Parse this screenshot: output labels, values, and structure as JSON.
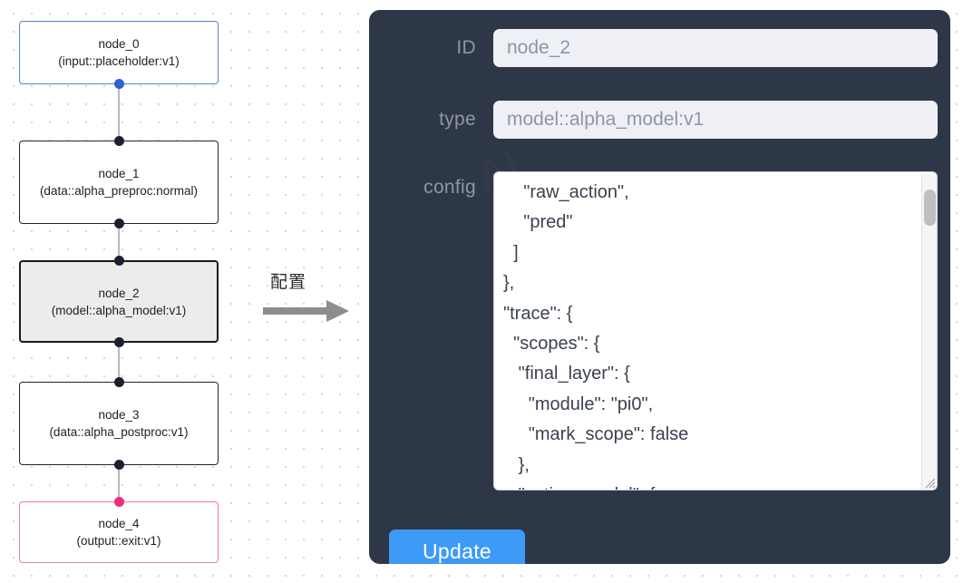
{
  "canvas": {
    "grid": "dot-grid",
    "background_color": "#ffffff"
  },
  "graph": {
    "nodes": [
      {
        "id": "node_0",
        "title": "node_0",
        "subtitle": "(input::placeholder:v1)",
        "kind": "input",
        "border_color": "#5b83c8",
        "selected": false,
        "handle_color": "#2f5fd0"
      },
      {
        "id": "node_1",
        "title": "node_1",
        "subtitle": "(data::alpha_preproc:normal)",
        "kind": "data",
        "border_color": "#1f2430",
        "selected": false,
        "handle_color": "#1b2030"
      },
      {
        "id": "node_2",
        "title": "node_2",
        "subtitle": "(model::alpha_model:v1)",
        "kind": "model",
        "border_color": "#151a23",
        "selected": true,
        "handle_color": "#1b2030"
      },
      {
        "id": "node_3",
        "title": "node_3",
        "subtitle": "(data::alpha_postproc:v1)",
        "kind": "data",
        "border_color": "#1f2430",
        "selected": false,
        "handle_color": "#1b2030"
      },
      {
        "id": "node_4",
        "title": "node_4",
        "subtitle": "(output::exit:v1)",
        "kind": "output",
        "border_color": "#e87dab",
        "selected": false,
        "handle_color": "#ef2d7e"
      }
    ]
  },
  "arrow": {
    "label": "配置",
    "icon": "right-arrow-icon"
  },
  "panel": {
    "background_color": "#2e3747",
    "fields": [
      {
        "label": "ID",
        "value": "node_2"
      },
      {
        "label": "type",
        "value": "model::alpha_model:v1"
      }
    ],
    "config": {
      "label": "config",
      "value": "    \"raw_action\",\n    \"pred\"\n  ]\n},\n\"trace\": {\n  \"scopes\": {\n   \"final_layer\": {\n     \"module\": \"pi0\",\n     \"mark_scope\": false\n   },\n   \"action_model\": {",
      "scrollbar": "vertical-scrollbar",
      "resize_handle": "resize-grip-icon"
    },
    "update_label": "Update",
    "update_color": "#3d9bf7"
  }
}
